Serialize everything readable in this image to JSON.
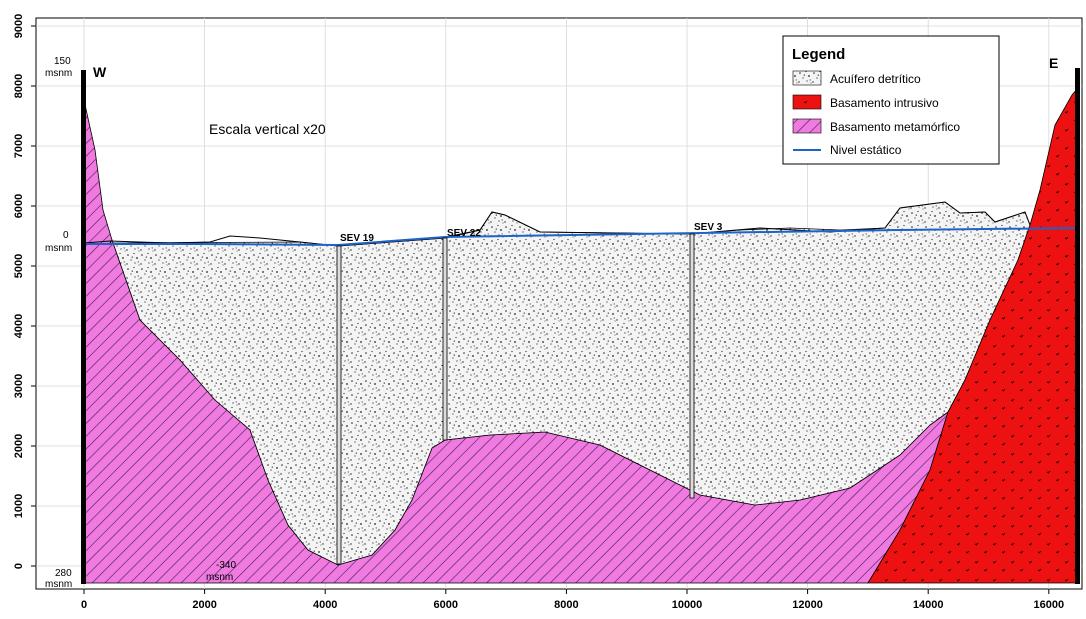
{
  "section": {
    "scale_note": "Escala vertical x20",
    "west_label": "W",
    "east_label": "E",
    "level_labels": [
      {
        "value": "150",
        "unit": "msnm"
      },
      {
        "value": "0",
        "unit": "msnm"
      },
      {
        "value": "280",
        "unit": "msnm"
      }
    ],
    "depth_annotation": {
      "value": "-340",
      "unit": "msnm"
    },
    "x_ticks": [
      "0",
      "2000",
      "4000",
      "6000",
      "8000",
      "10000",
      "12000",
      "14000",
      "16000"
    ],
    "y_ticks": [
      "0",
      "1000",
      "2000",
      "3000",
      "4000",
      "5000",
      "6000",
      "7000",
      "8000",
      "9000"
    ],
    "sev": [
      {
        "label": "SEV 19",
        "x": 4250
      },
      {
        "label": "SEV 22",
        "x": 6000
      },
      {
        "label": "SEV 3",
        "x": 10100
      }
    ]
  },
  "legend": {
    "title": "Legend",
    "items": [
      {
        "label": "Acuífero detrítico",
        "symbol": "stipple"
      },
      {
        "label": "Basamento intrusivo",
        "symbol": "red-fill"
      },
      {
        "label": "Basamento metamórfico",
        "symbol": "pink-hatch"
      },
      {
        "label": "Nivel estático",
        "symbol": "blue-line"
      }
    ]
  },
  "colors": {
    "intrusive": "#ee1111",
    "metamorphic": "#f07ae0",
    "aquifer": "#f4f4f4",
    "static_level": "#1e63c8"
  }
}
